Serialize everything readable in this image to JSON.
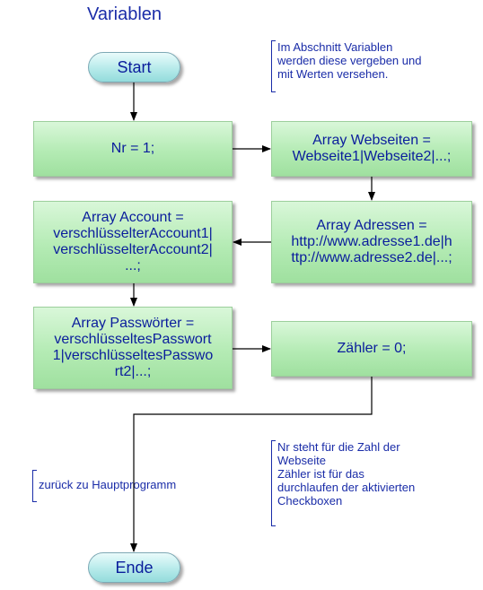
{
  "title": "Variablen",
  "start_label": "Start",
  "end_label": "Ende",
  "boxes": {
    "nr": "Nr = 1;",
    "webseiten": "Array Webseiten =\nWebseite1|Webseite2|...;",
    "adressen": "Array Adressen =\nhttp://www.adresse1.de|h\nttp://www.adresse2.de|...;",
    "account": "Array Account =\nverschlüsselterAccount1|\nverschlüsselterAccount2|\n...;",
    "passwoerter": "Array Passwörter =\nverschlüsseltesPasswort\n1|verschlüsseltesPasswo\nrt2|...;",
    "zaehler": "Zähler = 0;"
  },
  "notes": {
    "section": "Im Abschnitt Variablen\nwerden diese vergeben und\nmit Werten versehen.",
    "back": "zurück zu Hauptprogramm",
    "explain": "Nr steht für die Zahl der\nWebseite\nZähler ist für das\ndurchlaufen der aktivierten\nCheckboxen"
  },
  "colors": {
    "text": "#0a1d9c",
    "box_fill": "#b4ebb4",
    "terminal_fill": "#b6eaea",
    "line": "#000000"
  }
}
